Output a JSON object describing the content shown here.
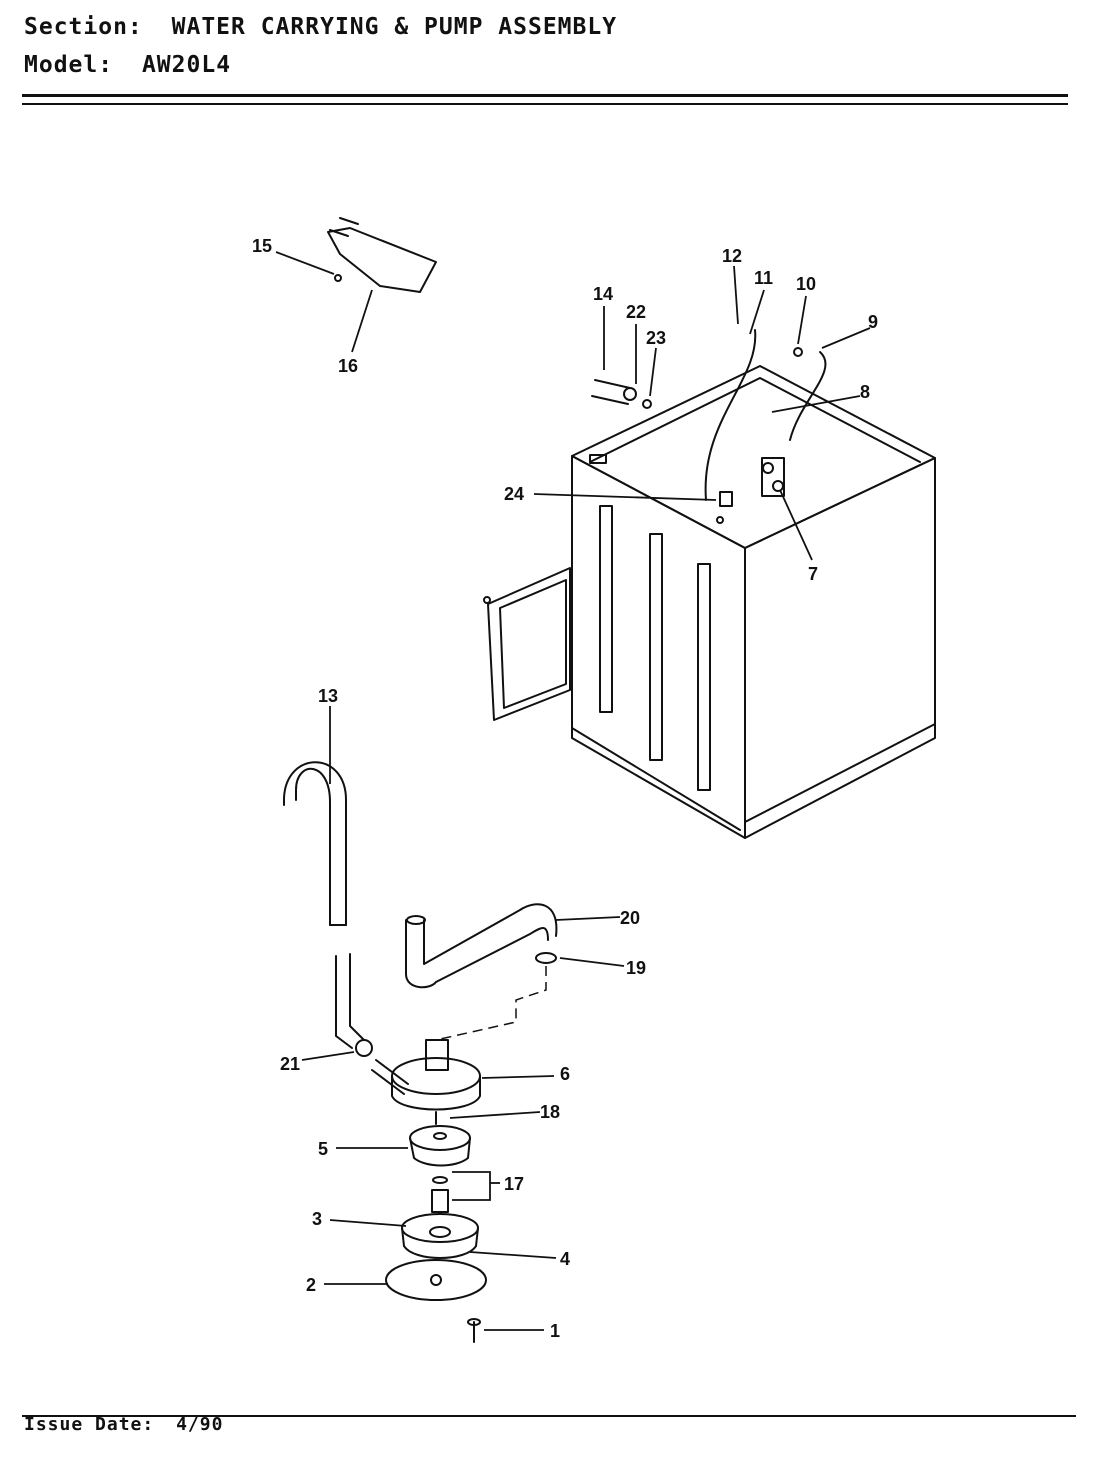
{
  "header": {
    "section_label": "Section:",
    "section_value": "WATER CARRYING & PUMP ASSEMBLY",
    "model_label": "Model:",
    "model_value": "AW20L4"
  },
  "footer": {
    "issue_label": "Issue Date:",
    "issue_value": "4/90"
  },
  "callouts": [
    "1",
    "2",
    "3",
    "4",
    "5",
    "6",
    "7",
    "8",
    "9",
    "10",
    "11",
    "12",
    "13",
    "14",
    "15",
    "16",
    "17",
    "18",
    "19",
    "20",
    "21",
    "22",
    "23",
    "24"
  ]
}
